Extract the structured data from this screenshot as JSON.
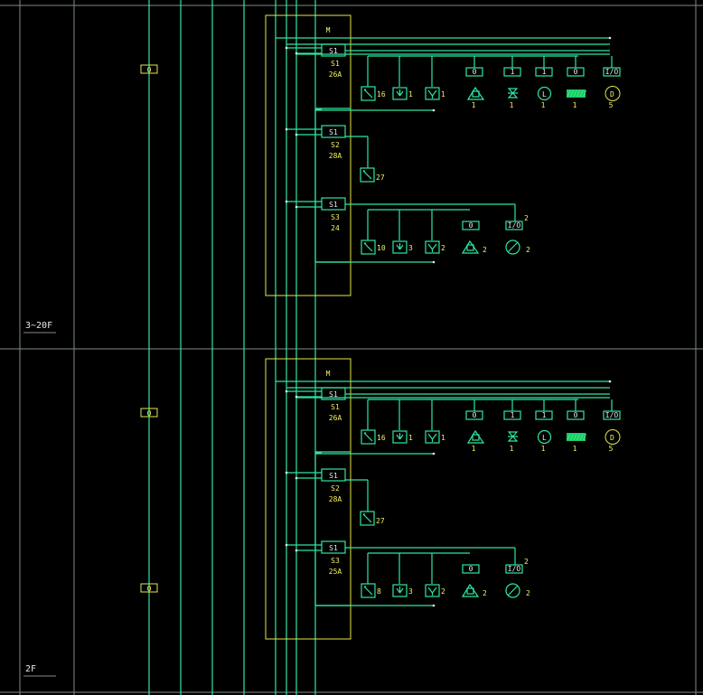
{
  "floors": [
    {
      "label": "3~20F",
      "meter": "M",
      "riser_tag": "0",
      "circuits": [
        {
          "switch": "S1",
          "id": "S1",
          "rating": "26A",
          "devices": [
            {
              "symbol": "switch-icon",
              "count": "16"
            },
            {
              "symbol": "socket-icon",
              "count": "1"
            },
            {
              "symbol": "socket-alt-icon",
              "count": "1"
            },
            {
              "symbol": "fan-icon",
              "count": "1",
              "tag": "0"
            },
            {
              "symbol": "valve-icon",
              "count": "1",
              "tag": "1"
            },
            {
              "symbol": "lamp-l-icon",
              "count": "1",
              "tag": "1"
            },
            {
              "symbol": "heater-icon",
              "count": "1",
              "tag": "0"
            },
            {
              "symbol": "motor-d-icon",
              "count": "5",
              "tag": "I/O"
            }
          ]
        },
        {
          "switch": "S1",
          "id": "S2",
          "rating": "28A",
          "devices": [
            {
              "symbol": "switch-icon",
              "count": "27"
            }
          ]
        },
        {
          "switch": "S1",
          "id": "S3",
          "rating": "24",
          "devices": [
            {
              "symbol": "switch-icon",
              "count": "10"
            },
            {
              "symbol": "socket-icon",
              "count": "3"
            },
            {
              "symbol": "socket-alt-icon",
              "count": "2"
            },
            {
              "symbol": "fan-icon",
              "count": "2",
              "tag": "0"
            },
            {
              "symbol": "null-icon",
              "count": "2",
              "tag": "I/O",
              "top_count": "2"
            }
          ]
        }
      ]
    },
    {
      "label": "2F",
      "meter": "M",
      "riser_tag": "0",
      "circuits": [
        {
          "switch": "S1",
          "id": "S1",
          "rating": "26A",
          "devices": [
            {
              "symbol": "switch-icon",
              "count": "16"
            },
            {
              "symbol": "socket-icon",
              "count": "1"
            },
            {
              "symbol": "socket-alt-icon",
              "count": "1"
            },
            {
              "symbol": "fan-icon",
              "count": "1",
              "tag": "0"
            },
            {
              "symbol": "valve-icon",
              "count": "1",
              "tag": "1"
            },
            {
              "symbol": "lamp-l-icon",
              "count": "1",
              "tag": "1"
            },
            {
              "symbol": "heater-icon",
              "count": "1",
              "tag": "0"
            },
            {
              "symbol": "motor-d-icon",
              "count": "5",
              "tag": "I/O"
            }
          ]
        },
        {
          "switch": "S1",
          "id": "S2",
          "rating": "28A",
          "devices": [
            {
              "symbol": "switch-icon",
              "count": "27"
            }
          ]
        },
        {
          "switch": "S1",
          "id": "S3",
          "rating": "25A",
          "devices": [
            {
              "symbol": "switch-icon",
              "count": "8"
            },
            {
              "symbol": "socket-icon",
              "count": "3"
            },
            {
              "symbol": "socket-alt-icon",
              "count": "2"
            },
            {
              "symbol": "fan-icon",
              "count": "2",
              "tag": "0"
            },
            {
              "symbol": "null-icon",
              "count": "2",
              "tag": "I/O",
              "top_count": "2"
            }
          ]
        }
      ]
    }
  ]
}
